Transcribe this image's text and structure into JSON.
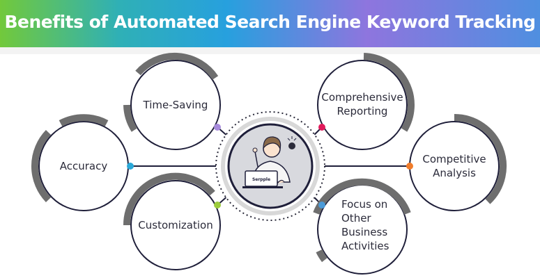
{
  "title": "Benefits of Automated Search Engine Keyword Tracking",
  "center": {
    "laptop_brand": "Serpple"
  },
  "benefits": [
    {
      "label": "Time-Saving",
      "dot_color": "#a78bdc"
    },
    {
      "label": "Accuracy",
      "dot_color": "#2aa8d8"
    },
    {
      "label": "Customization",
      "dot_color": "#9ccc3c"
    },
    {
      "label": "Comprehensive Reporting",
      "dot_color": "#e0195a"
    },
    {
      "label": "Competitive Analysis",
      "dot_color": "#f07c2a"
    },
    {
      "label": "Focus on Other Business Activities",
      "dot_color": "#4a9ad8"
    }
  ],
  "colors": {
    "ring": "#6e6e6e",
    "line": "#1f1f3a"
  }
}
